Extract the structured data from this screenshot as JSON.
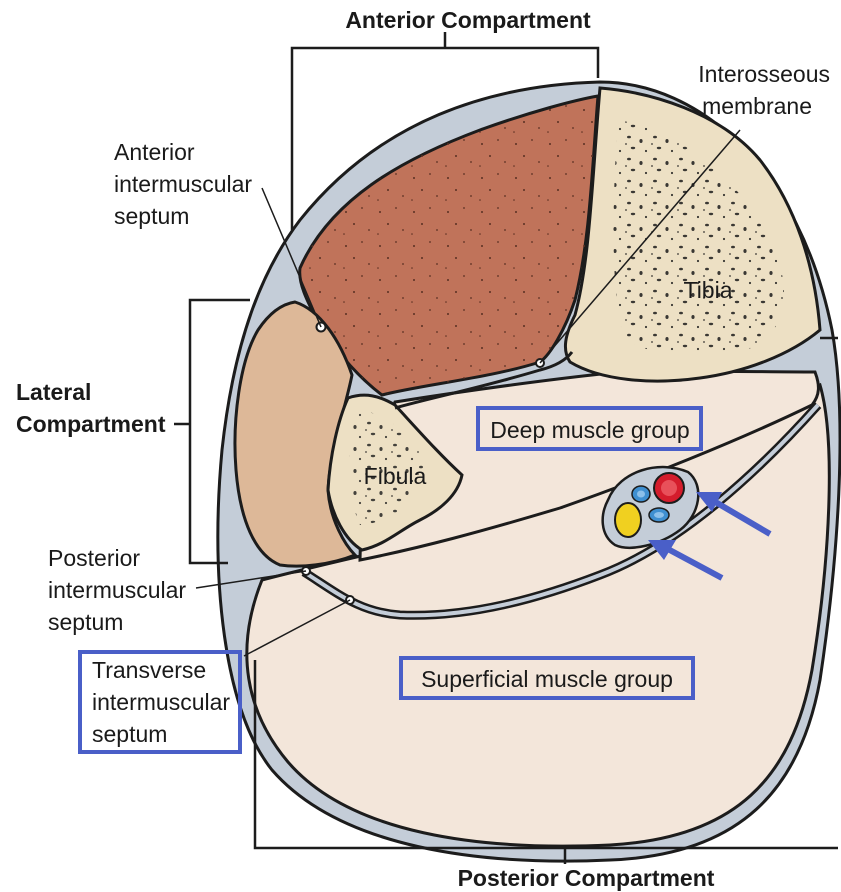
{
  "labels": {
    "anterior_compartment": "Anterior Compartment",
    "posterior_compartment": "Posterior Compartment",
    "lateral_compartment_line1": "Lateral",
    "lateral_compartment_line2": "Compartment",
    "anterior_septum_line1": "Anterior",
    "anterior_septum_line2": "intermuscular",
    "anterior_septum_line3": "septum",
    "interosseous_line1": "Interosseous",
    "interosseous_line2": "membrane",
    "posterior_septum_line1": "Posterior",
    "posterior_septum_line2": "intermuscular",
    "posterior_septum_line3": "septum",
    "transverse_septum_line1": "Transverse",
    "transverse_septum_line2": "intermuscular",
    "transverse_septum_line3": "septum",
    "tibia": "Tibia",
    "fibula": "Fibula",
    "deep_muscle_group": "Deep muscle group",
    "superficial_muscle_group": "Superficial muscle group"
  },
  "colors": {
    "fascia": "#c4cdd8",
    "outline": "#1c1c1c",
    "anterior_muscle": "#c0735a",
    "lateral_muscle": "#ddb898",
    "bone": "#ede0c4",
    "posterior_muscle": "#f3e6da",
    "highlight_box": "#4a5fc8",
    "artery": "#d41c2c",
    "vein": "#3f8fd0",
    "nerve": "#f0d020"
  }
}
